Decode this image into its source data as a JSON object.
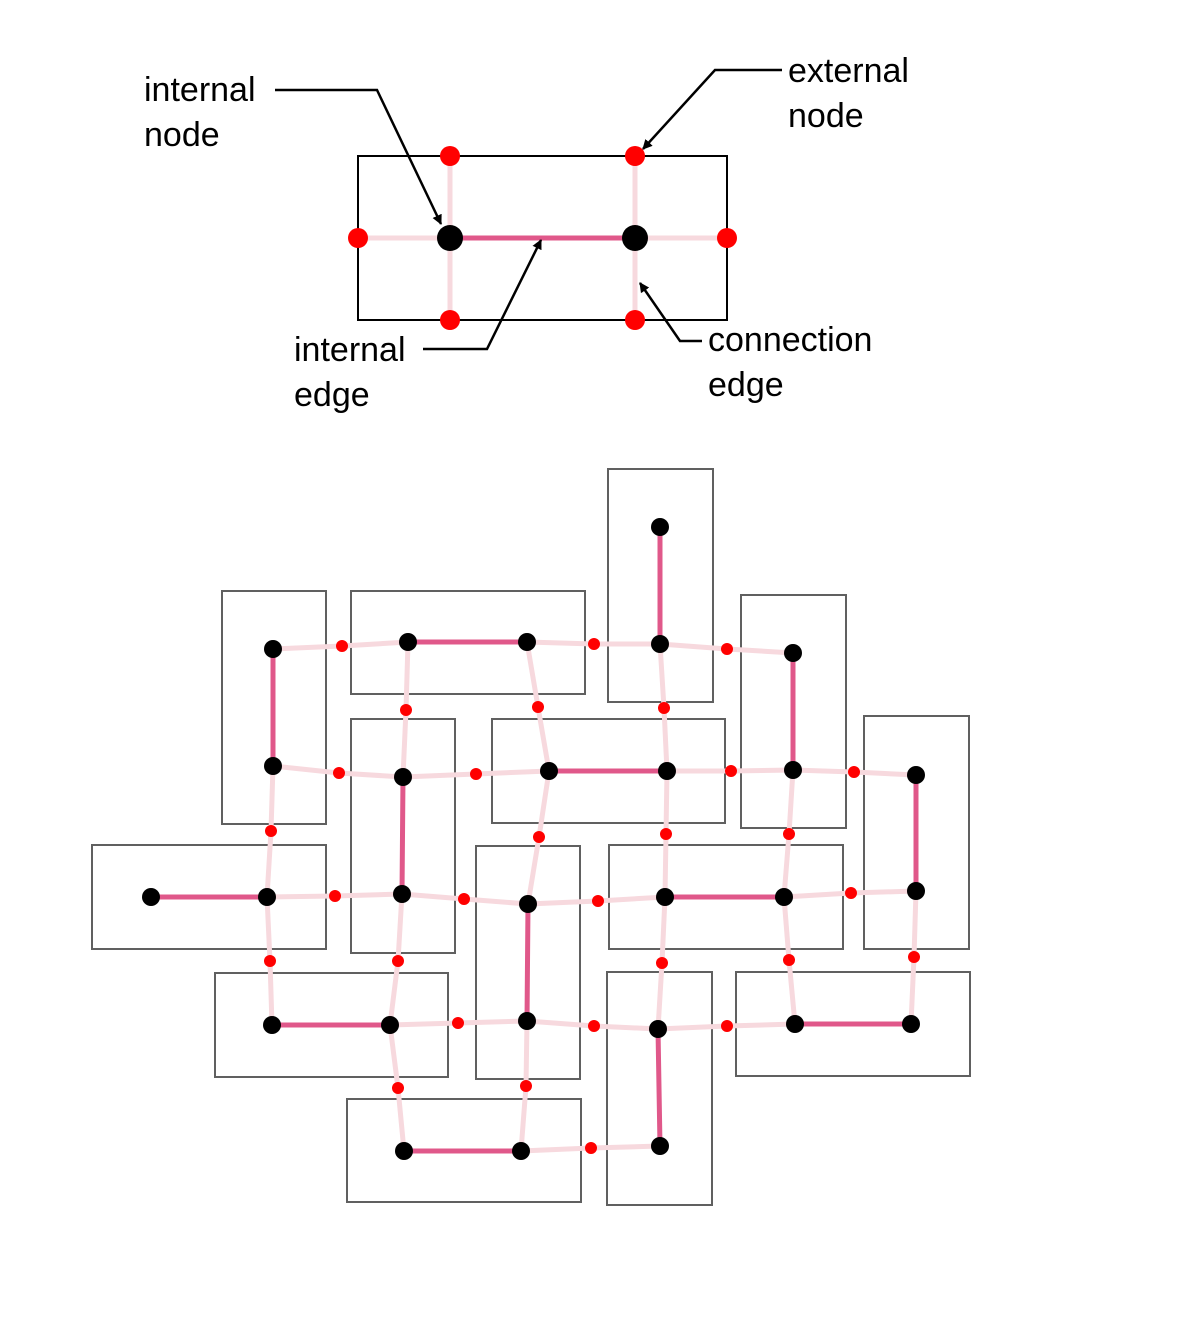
{
  "legend": {
    "internal_node": [
      "internal",
      "node"
    ],
    "external_node": [
      "external",
      "node"
    ],
    "internal_edge": [
      "internal",
      "edge"
    ],
    "connection_edge": [
      "connection",
      "edge"
    ]
  },
  "colors": {
    "internal_node": "#000000",
    "external_node": "#ff0000",
    "internal_edge": "#e0588a",
    "connection_edge": "#f7d9de",
    "tile_outline_legend": "#000000",
    "tile_outline": "#606060"
  },
  "legend_tile": {
    "orientation": "horizontal",
    "internal_nodes": 2,
    "external_nodes": 6
  }
}
